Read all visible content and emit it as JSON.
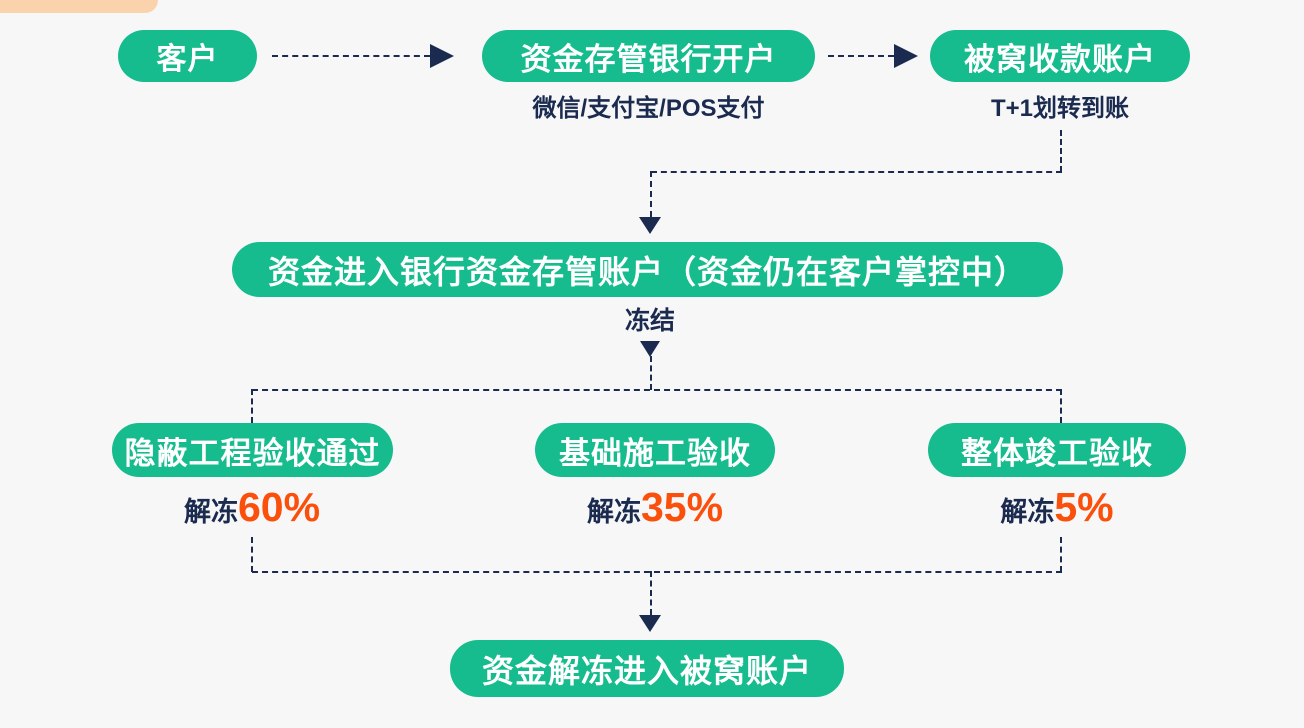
{
  "colors": {
    "green": "#16BC8E",
    "navy": "#1B2B50",
    "orange": "#FB4F0C",
    "peach": "#FAD3AD",
    "bg": "#F7F7F8"
  },
  "diagram": {
    "top_row": [
      {
        "label": "客户"
      },
      {
        "label": "资金存管银行开户",
        "note": "微信/支付宝/POS支付"
      },
      {
        "label": "被窝收款账户",
        "note": "T+1划转到账"
      }
    ],
    "custody_node": {
      "label": "资金进入银行资金存管账户（资金仍在客户掌控中）",
      "status": "冻结"
    },
    "stages": [
      {
        "label": "隐蔽工程验收通过",
        "unfreeze_prefix": "解冻",
        "unfreeze_percent": "60%"
      },
      {
        "label": "基础施工验收",
        "unfreeze_prefix": "解冻",
        "unfreeze_percent": "35%"
      },
      {
        "label": "整体竣工验收",
        "unfreeze_prefix": "解冻",
        "unfreeze_percent": "5%"
      }
    ],
    "final_node": {
      "label": "资金解冻进入被窝账户"
    }
  }
}
